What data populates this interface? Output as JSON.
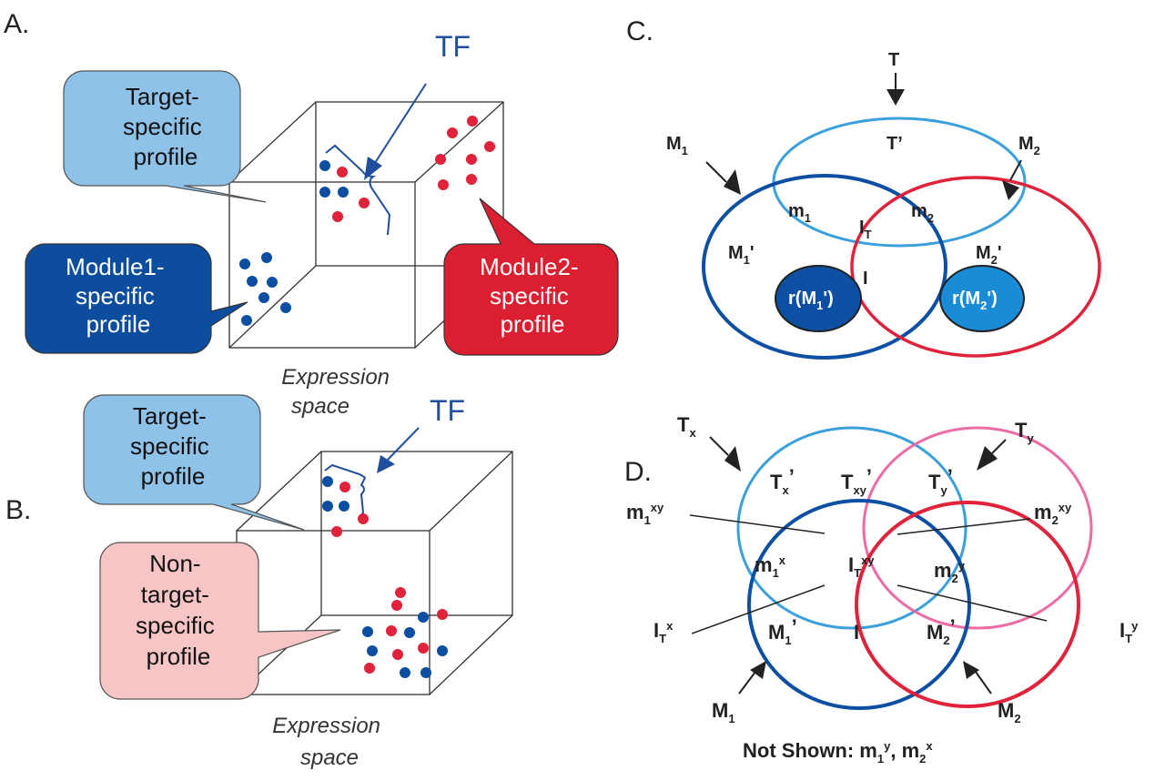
{
  "colors": {
    "blue_dot": "#0b4ea2",
    "red_dot": "#e0233a",
    "light_blue_bubble": "#8ec2e8",
    "dark_blue_bubble": "#0d4d9e",
    "red_bubble": "#dc1f30",
    "pink_bubble": "#f7c5c5",
    "tf_blue": "#1f4e9c",
    "venn_T": "#3aa0dc",
    "venn_M1": "#0d4fa3",
    "venn_M2": "#e0233a",
    "venn_Ty": "#ec6aa6",
    "r_M1": "#0d4fa3",
    "r_M2": "#1a8bd6"
  },
  "panel_a": {
    "letter": "A.",
    "tf_label": "TF",
    "bubble_target": [
      "Target-",
      "specific",
      "profile"
    ],
    "bubble_module1": [
      "Module1-",
      "specific",
      "profile"
    ],
    "bubble_module2": [
      "Module2-",
      "specific",
      "profile"
    ],
    "axis_label": [
      "Expression",
      "space"
    ]
  },
  "panel_b": {
    "letter": "B.",
    "tf_label": "TF",
    "bubble_target": [
      "Target-",
      "specific",
      "profile"
    ],
    "bubble_nontarget": [
      "Non-",
      "target-",
      "specific",
      "profile"
    ],
    "axis_label": [
      "Expression",
      "space"
    ]
  },
  "panel_c": {
    "letter": "C.",
    "labels": {
      "T": "T",
      "T_prime": "T’",
      "M1": "M",
      "M1_sub": "1",
      "M2": "M",
      "M2_sub": "2",
      "m1": "m",
      "m1_sub": "1",
      "m2": "m",
      "m2_sub": "2",
      "IT": "I",
      "IT_sub": "T",
      "I": "I",
      "M1_prime": "M",
      "M1_prime_sub": "1",
      "M1_prime_mark": "'",
      "M2_prime": "M",
      "M2_prime_sub": "2",
      "M2_prime_mark": "'",
      "r_M1": "r(M",
      "r_M1_sub": "1",
      "r_M1_end": "')",
      "r_M2": "r(M",
      "r_M2_sub": "2",
      "r_M2_end": "')"
    }
  },
  "panel_d": {
    "letter": "D.",
    "labels": {
      "Tx": "T",
      "Tx_sub": "x",
      "Ty": "T",
      "Ty_sub": "y",
      "Tx_prime": "T",
      "Tx_prime_sub": "x",
      "Tx_prime_mark": "’",
      "Txy_prime": "T",
      "Txy_prime_sub": "xy",
      "Txy_prime_mark": "’",
      "Ty_prime": "T",
      "Ty_prime_sub": "y",
      "Ty_prime_mark": "’",
      "m1xy": "m",
      "m1xy_sub": "1",
      "m1xy_sup": "xy",
      "m2xy": "m",
      "m2xy_sub": "2",
      "m2xy_sup": "xy",
      "m1x": "m",
      "m1x_sub": "1",
      "m1x_sup": "x",
      "ITxy": "I",
      "ITxy_sub": "T",
      "ITxy_sup": "xy",
      "m2y": "m",
      "m2y_sub": "2",
      "m2y_sup": "y",
      "ITx": "I",
      "ITx_sub": "T",
      "ITx_sup": "x",
      "ITy": "I",
      "ITy_sub": "T",
      "ITy_sup": "y",
      "M1_prime": "M",
      "M1_prime_sub": "1",
      "M1_prime_mark": "’",
      "I": "I",
      "M2_prime": "M",
      "M2_prime_sub": "2",
      "M2_prime_mark": "’",
      "M1": "M",
      "M1_sub": "1",
      "M2": "M",
      "M2_sub": "2"
    },
    "footnote": "Not Shown: m",
    "footnote_1_sub": "1",
    "footnote_1_sup": "y",
    "footnote_mid": ", m",
    "footnote_2_sub": "2",
    "footnote_2_sup": "x"
  }
}
